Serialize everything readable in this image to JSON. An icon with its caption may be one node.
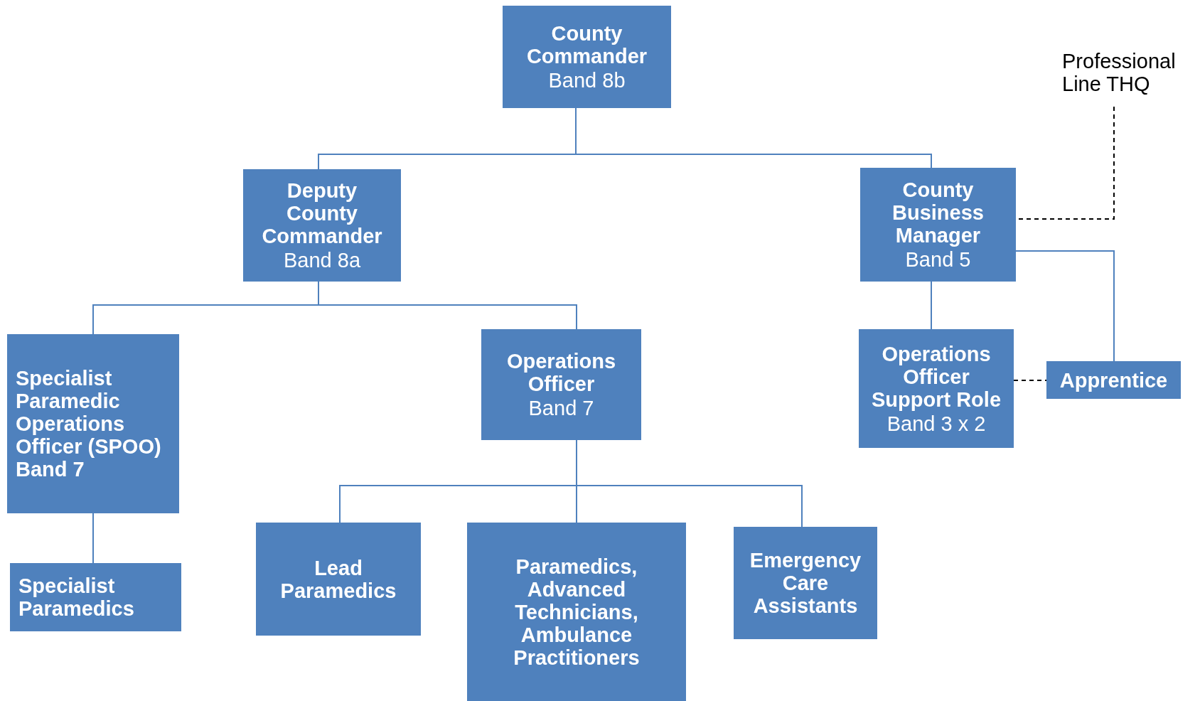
{
  "diagram": {
    "nodes": [
      {
        "text": [
          "County Commander",
          "Band 8b"
        ]
      },
      {
        "text": [
          "Deputy County Commander",
          "Band 8a"
        ]
      },
      {
        "text": [
          "County Business Manager",
          "Band 5"
        ]
      },
      {
        "text": [
          "Professional Line THQ"
        ]
      },
      {
        "text": [
          "Specialist Paramedic Operations Officer (SPOO) Band 7"
        ]
      },
      {
        "text": [
          "Operations Officer",
          "Band 7"
        ]
      },
      {
        "text": [
          "Operations Officer Support Role",
          "Band 3 x 2"
        ]
      },
      {
        "text": [
          "Apprentice"
        ]
      },
      {
        "text": [
          "Specialist Paramedics"
        ]
      },
      {
        "text": [
          "Lead Paramedics"
        ]
      },
      {
        "text": [
          "Paramedics, Advanced Technicians, Ambulance Practitioners"
        ]
      },
      {
        "text": [
          "Emergency Care Assistants"
        ]
      }
    ],
    "edges": [
      {
        "from": 0,
        "to": 1,
        "arrow": "none"
      },
      {
        "from": 0,
        "to": 2,
        "arrow": "none"
      },
      {
        "from": 1,
        "to": 4,
        "arrow": "none"
      },
      {
        "from": 1,
        "to": 5,
        "arrow": "none"
      },
      {
        "from": 2,
        "to": 6,
        "arrow": "none"
      },
      {
        "from": 2,
        "to": 7,
        "arrow": "none"
      },
      {
        "from": 3,
        "to": 2,
        "arrow": "none",
        "style": "dashed",
        "color": "#000000"
      },
      {
        "from": 6,
        "to": 7,
        "arrow": "none",
        "style": "dashed",
        "color": "#000000"
      },
      {
        "from": 4,
        "to": 8,
        "arrow": "none"
      },
      {
        "from": 5,
        "to": 9,
        "arrow": "none"
      },
      {
        "from": 5,
        "to": 10,
        "arrow": "none"
      },
      {
        "from": 5,
        "to": 11,
        "arrow": "none"
      }
    ]
  }
}
